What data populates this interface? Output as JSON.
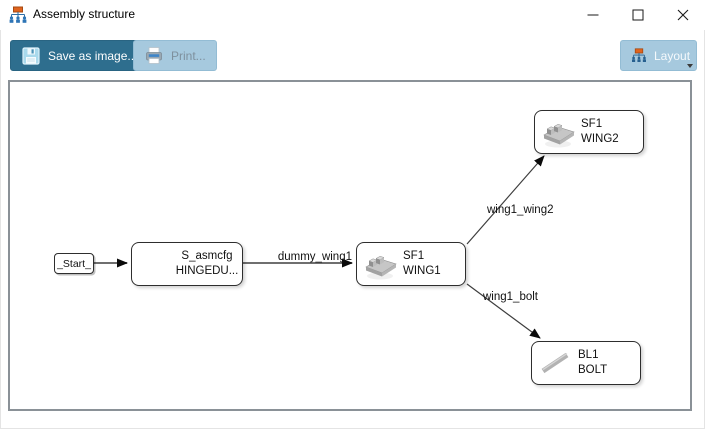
{
  "window": {
    "title": "Assembly structure",
    "icons": {
      "app": "org-chart-icon",
      "minimize": "minimize-icon",
      "maximize": "maximize-icon",
      "close": "close-icon"
    }
  },
  "toolbar": {
    "save_label": "Save as image...",
    "print_label": "Print...",
    "layout_label": "Layout",
    "print_enabled": false,
    "icons": {
      "save": "floppy-disk-icon",
      "print": "printer-icon",
      "layout": "org-chart-icon"
    }
  },
  "colors": {
    "save_button_bg": "#2e6e8e",
    "light_button_bg": "#a6c9de",
    "canvas_border": "#8a9197",
    "accent_orange": "#e0641e",
    "accent_blue": "#2e75b6",
    "edge_gray": "#6f6f6f"
  },
  "diagram": {
    "nodes": [
      {
        "id": "start",
        "label": "_Start_"
      },
      {
        "id": "s_asmcfg",
        "line1": "S_asmcfg",
        "line2": "HINGEDU..."
      },
      {
        "id": "wing1",
        "line1": "SF1",
        "line2": "WING1",
        "icon": "wing-part-icon"
      },
      {
        "id": "wing2",
        "line1": "SF1",
        "line2": "WING2",
        "icon": "wing-part-icon"
      },
      {
        "id": "bolt",
        "line1": "BL1",
        "line2": "BOLT",
        "icon": "bolt-part-icon"
      }
    ],
    "edges": [
      {
        "from": "start",
        "to": "s_asmcfg",
        "label": ""
      },
      {
        "from": "s_asmcfg",
        "to": "wing1",
        "label": "dummy_wing1"
      },
      {
        "from": "wing1",
        "to": "wing2",
        "label": "wing1_wing2"
      },
      {
        "from": "wing1",
        "to": "bolt",
        "label": "wing1_bolt"
      }
    ]
  }
}
